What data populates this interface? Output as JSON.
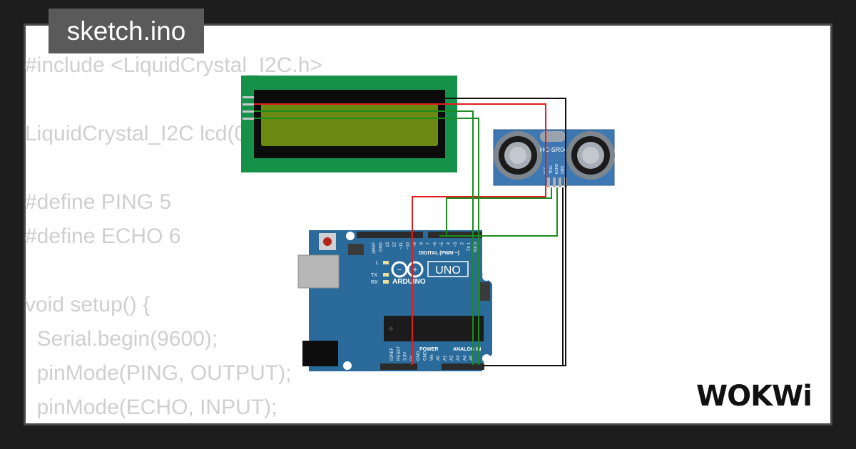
{
  "file_tab": {
    "title": "sketch.ino"
  },
  "code_lines": [
    "#include <LiquidCrystal_I2C.h>",
    "",
    "LiquidCrystal_I2C lcd(0x27, 16, 2);",
    "",
    "#define PING 5",
    "#define ECHO 6",
    "",
    "void setup() {",
    "  Serial.begin(9600);",
    "  pinMode(PING, OUTPUT);",
    "  pinMode(ECHO, INPUT);"
  ],
  "arduino": {
    "brand": "ARDUINO",
    "model": "UNO",
    "digital_label": "DIGITAL (PWM ~)",
    "power_label": "POWER",
    "analog_label": "ANALOG IN",
    "led_labels": [
      "L",
      "TX",
      "RX"
    ],
    "top_pin_labels": [
      "AREF",
      "GND",
      "13",
      "12",
      "~11",
      "~10",
      "~9",
      "8",
      "7",
      "~6",
      "~5",
      "4",
      "~3",
      "2",
      "TX 1",
      "RX 0"
    ],
    "bottom_pin_labels": [
      "IOREF",
      "RESET",
      "3.3V",
      "5V",
      "GND",
      "GND",
      "Vin",
      "A0",
      "A1",
      "A2",
      "A3",
      "A4",
      "A5"
    ]
  },
  "sensor": {
    "label": "HC-SR04",
    "pin_labels": [
      "VCC",
      "TRIG",
      "ECHO",
      "GND"
    ]
  },
  "colors": {
    "wire_red": "#e01e1e",
    "wire_green": "#1e8c1e",
    "wire_black": "#111111",
    "board_blue": "#2a6b9b",
    "lcd_green": "#15914a",
    "lcd_screen": "#6a8a14",
    "sensor_blue": "#3e78b2"
  },
  "logo": {
    "text": "WOKWi"
  }
}
